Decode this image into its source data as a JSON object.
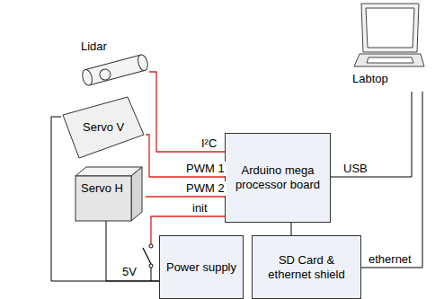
{
  "diagram": {
    "nodes": [
      {
        "text": [
          "Lidar"
        ]
      },
      {
        "text": [
          "Labtop"
        ]
      },
      {
        "text": [
          "Servo V"
        ]
      },
      {
        "text": [
          "Servo H"
        ]
      },
      {
        "text": [
          "Arduino mega processor board"
        ]
      },
      {
        "text": [
          "Power supply"
        ]
      },
      {
        "text": [
          "SD Card & ethernet shield"
        ]
      }
    ],
    "edges": [
      {
        "from": 0,
        "to": 4,
        "label": "I²C",
        "arrow": "none"
      },
      {
        "from": 4,
        "to": 2,
        "label": "PWM 1",
        "arrow": "none"
      },
      {
        "from": 4,
        "to": 3,
        "label": "PWM 2",
        "arrow": "none"
      },
      {
        "from": 4,
        "to": 1,
        "label": "USB",
        "arrow": "none"
      },
      {
        "from": 4,
        "to": 6,
        "arrow": "none"
      },
      {
        "from": 6,
        "to": 1,
        "label": "ethernet",
        "arrow": "none"
      },
      {
        "from": 5,
        "to": 2,
        "label": "5V",
        "arrow": "none"
      },
      {
        "from": 5,
        "to": 3,
        "arrow": "none"
      }
    ],
    "labels": [
      "init"
    ]
  }
}
